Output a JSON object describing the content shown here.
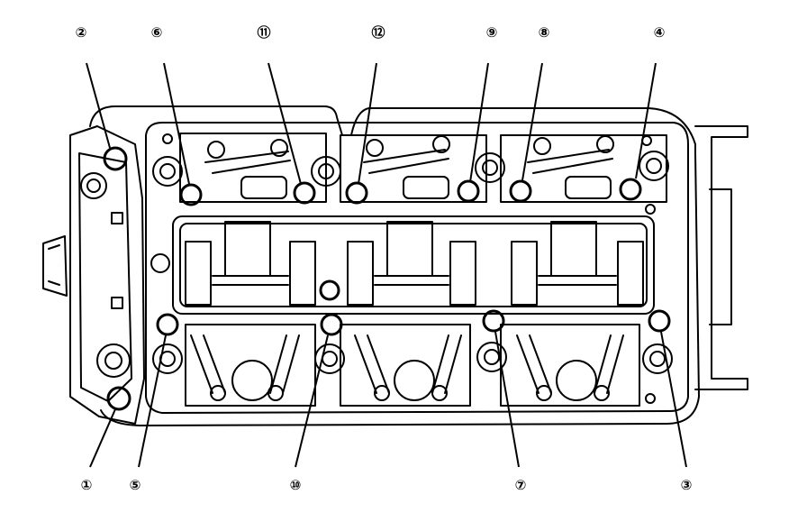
{
  "diagram": {
    "callouts": [
      {
        "id": 2,
        "label": "②"
      },
      {
        "id": 6,
        "label": "⑥"
      },
      {
        "id": 11,
        "label": "⑪"
      },
      {
        "id": 12,
        "label": "⑫"
      },
      {
        "id": 9,
        "label": "⑨"
      },
      {
        "id": 8,
        "label": "⑧"
      },
      {
        "id": 4,
        "label": "④"
      },
      {
        "id": 1,
        "label": "①"
      },
      {
        "id": 5,
        "label": "⑤"
      },
      {
        "id": 10,
        "label": "⑩"
      },
      {
        "id": 7,
        "label": "⑦"
      },
      {
        "id": 3,
        "label": "③"
      }
    ],
    "colors": {
      "line": "#000000",
      "background": "#ffffff"
    }
  }
}
